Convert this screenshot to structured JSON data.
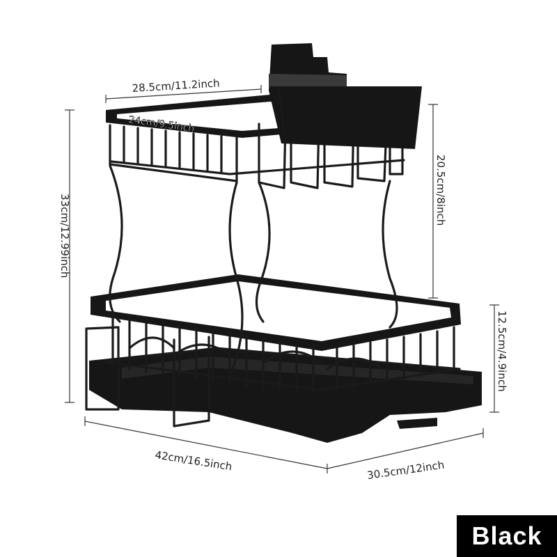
{
  "dimensions": {
    "top_width": "28.5cm/11.2inch",
    "top_depth": "24cm/9.5inch",
    "total_height": "33cm/12.99inch",
    "upper_height": "20.5cm/8inch",
    "lower_height": "12.5cm/4.9inch",
    "base_width": "42cm/16.5inch",
    "base_depth": "30.5cm/12inch"
  },
  "badge": {
    "label": "Black"
  },
  "colors": {
    "product": "#161616",
    "badge_bg": "#000000",
    "badge_text": "#ffffff",
    "dimension_lines": "#333333"
  }
}
